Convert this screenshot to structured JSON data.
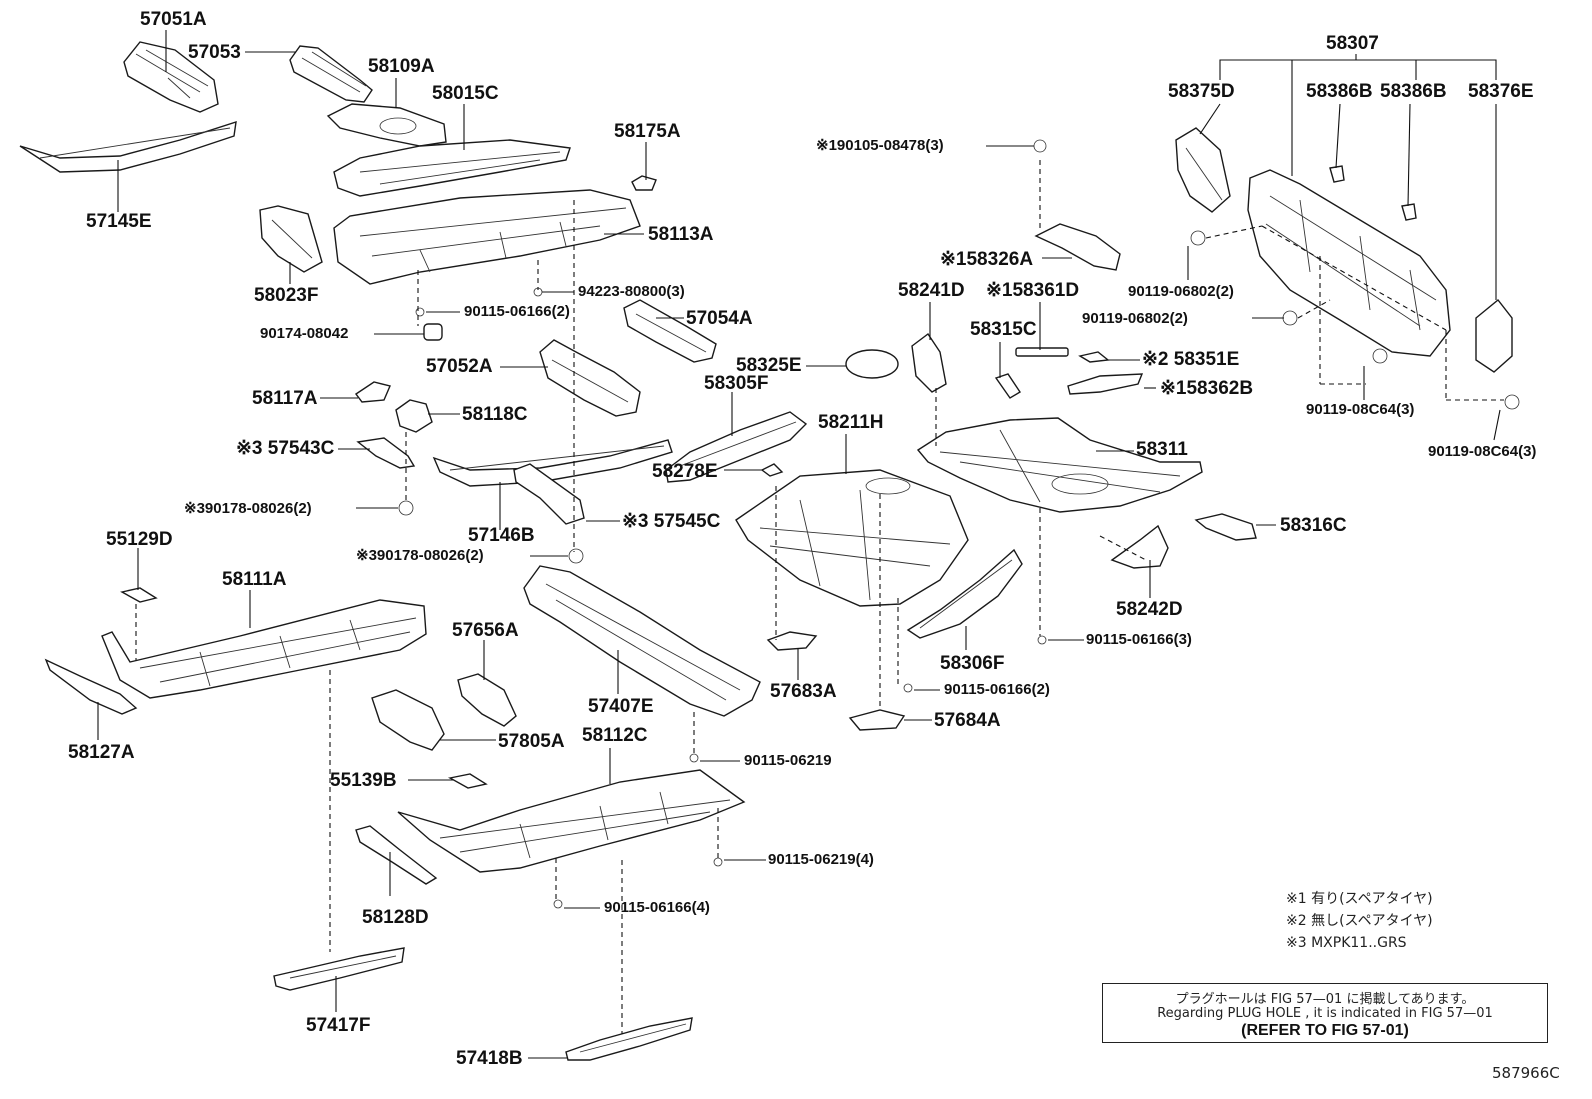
{
  "labels": {
    "p57051A": "57051A",
    "p57053": "57053",
    "p58109A": "58109A",
    "p58015C": "58015C",
    "p57145E": "57145E",
    "p58175A": "58175A",
    "p58023F": "58023F",
    "p58113A": "58113A",
    "p94223": "94223-80800(3)",
    "p90115_a": "90115-06166(2)",
    "p90174": "90174-08042",
    "p57054A": "57054A",
    "p57052A": "57052A",
    "p58117A": "58117A",
    "p58118C": "58118C",
    "p57543C": "※3 57543C",
    "p90178_a": "※390178-08026(2)",
    "p57146B": "57146B",
    "p57545C": "※3 57545C",
    "p90178_b": "※390178-08026(2)",
    "p55129D": "55129D",
    "p58111A": "58111A",
    "p58127A": "58127A",
    "p57656A": "57656A",
    "p57805A": "57805A",
    "p57407E": "57407E",
    "p58112C": "58112C",
    "p90115_06219": "90115-06219",
    "p55139B": "55139B",
    "p58128D": "58128D",
    "p90115_06219_4": "90115-06219(4)",
    "p90115_06166_4": "90115-06166(4)",
    "p57417F": "57417F",
    "p57418B": "57418B",
    "p190105": "※190105-08478(3)",
    "p58326A": "※158326A",
    "p58241D": "58241D",
    "p58361D": "※158361D",
    "p58315C": "58315C",
    "p58325E": "58325E",
    "p58305F": "58305F",
    "p58351E": "※2 58351E",
    "p58362B": "※158362B",
    "p58211H": "58211H",
    "p58311": "58311",
    "p58278E": "58278E",
    "p58316C": "58316C",
    "p58242D": "58242D",
    "p90115_06166_3": "90115-06166(3)",
    "p58306F": "58306F",
    "p57683A": "57683A",
    "p90115_06166_2b": "90115-06166(2)",
    "p57684A": "57684A",
    "p58307": "58307",
    "p58375D": "58375D",
    "p58386B_1": "58386B",
    "p58386B_2": "58386B",
    "p58376E": "58376E",
    "p90119_06802_a": "90119-06802(2)",
    "p90119_06802_b": "90119-06802(2)",
    "p90119_08C64_a": "90119-08C64(3)",
    "p90119_08C64_b": "90119-08C64(3)"
  },
  "notes": {
    "n1": "※1 有り(スペアタイヤ)",
    "n2": "※2 無し(スペアタイヤ)",
    "n3": "※3 MXPK11..GRS"
  },
  "reference_box": {
    "line_jp": "プラグホールは FIG  57—01 に掲載してあります。",
    "line_en": "Regarding  PLUG  HOLE , it is indicated in FIG  57—01",
    "line_ref": "(REFER TO FIG 57-01)"
  },
  "figure_id": "587966C"
}
